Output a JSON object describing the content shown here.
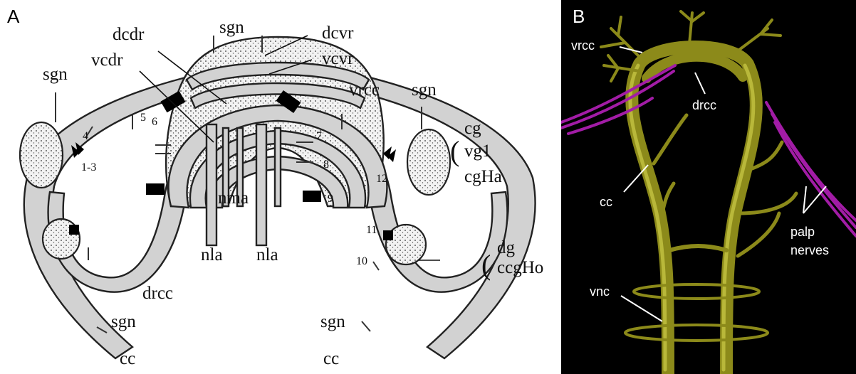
{
  "panels": {
    "a": {
      "letter": "A",
      "labels": {
        "sgn_top": "sgn",
        "sgn_left": "sgn",
        "sgn_right": "sgn",
        "sgn_bottom_left": "sgn",
        "sgn_bottom_right": "sgn",
        "dcdr": "dcdr",
        "vcdr": "vcdr",
        "dcvr": "dcvr",
        "vcvr": "vcvr",
        "vrcc": "vrcc",
        "cg": "cg",
        "vg1": "vg1",
        "cgHa": "cgHa",
        "dg": "dg",
        "ccgHo": "ccgHo",
        "paren1": "(",
        "paren2": "(",
        "nma": "nma",
        "nla_left": "nla",
        "nla_right": "nla",
        "drcc": "drcc",
        "cc_left": "cc",
        "cc_right": "cc"
      },
      "nerve_numbers": [
        "1-3",
        "4",
        "5",
        "6",
        "7",
        "8",
        "9",
        "10",
        "11",
        "12"
      ]
    },
    "b": {
      "letter": "B",
      "labels": {
        "vrcc": "vrcc",
        "drcc": "drcc",
        "cc": "cc",
        "palp_line1": "palp",
        "palp_line2": "nerves",
        "vnc": "vnc"
      }
    }
  },
  "colors": {
    "nerve_fill": "#d2d2d2",
    "panel_b_background": "#000000",
    "cord": "#8c8a1a",
    "palp_nerves": "#a21ca6"
  }
}
